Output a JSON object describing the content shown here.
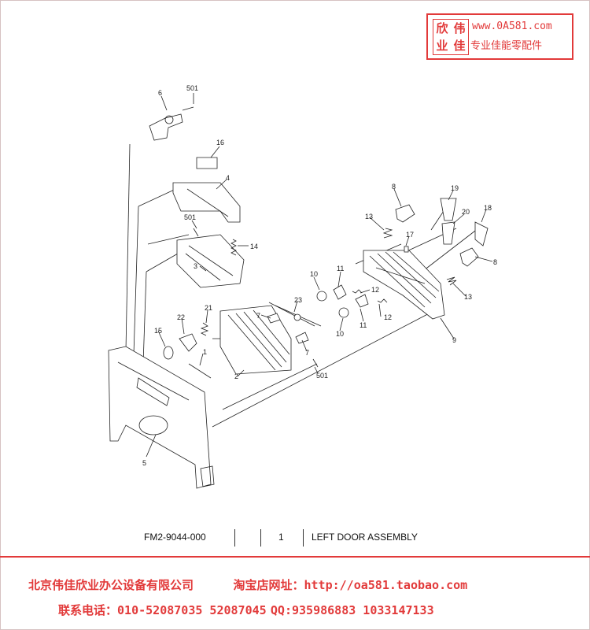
{
  "logo": {
    "seal_chars": [
      "欣",
      "伟",
      "业",
      "佳"
    ],
    "url": "www.0A581.com",
    "subtitle": "专业佳能零配件",
    "color": "#e23a3a"
  },
  "diagram": {
    "callouts": [
      "6",
      "501",
      "16",
      "4",
      "501",
      "14",
      "3",
      "21",
      "22",
      "15",
      "1",
      "2",
      "5",
      "23",
      "7",
      "7",
      "501",
      "10",
      "11",
      "12",
      "12",
      "11",
      "10",
      "8",
      "13",
      "17",
      "19",
      "20",
      "18",
      "8",
      "13",
      "9"
    ]
  },
  "footer": {
    "part_number": "FM2-9044-000",
    "quantity": "1",
    "description": "LEFT DOOR ASSEMBLY"
  },
  "company": {
    "name": "北京伟佳欣业办公设备有限公司",
    "shop_label": "淘宝店网址：",
    "shop_url": "http://oa581.taobao.com",
    "contact_label": "联系电话：",
    "phones": "010-52087035 52087045",
    "qq_label": "QQ:",
    "qq_numbers": "935986883 1033147133"
  }
}
